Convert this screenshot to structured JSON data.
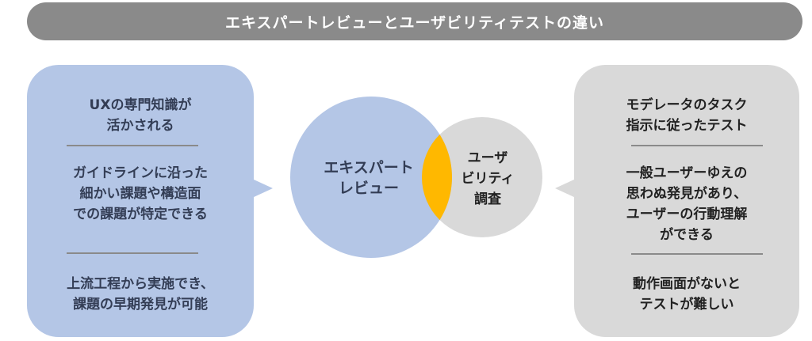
{
  "title": "エキスパートレビューとユーザビリティテストの違い",
  "colors": {
    "title_bg": "#8a8a8a",
    "expert": "#b4c6e6",
    "usability": "#d9d9d9",
    "overlap": "#ffb800",
    "expert_text": "#333d55",
    "usability_text": "#222222"
  },
  "venn": {
    "expert_label": "エキスパート\nレビュー",
    "usability_label": "ユーザ\nビリティ\n調査"
  },
  "expert_points": [
    "UXの専門知識が\n活かされる",
    "ガイドラインに沿った\n細かい課題や構造面\nでの課題が特定できる",
    "上流工程から実施でき、\n課題の早期発見が可能"
  ],
  "usability_points": [
    "モデレータのタスク\n指示に従ったテスト",
    "一般ユーザーゆえの\n思わぬ発見があり、\nユーザーの行動理解\nができる",
    "動作画面がないと\nテストが難しい"
  ]
}
